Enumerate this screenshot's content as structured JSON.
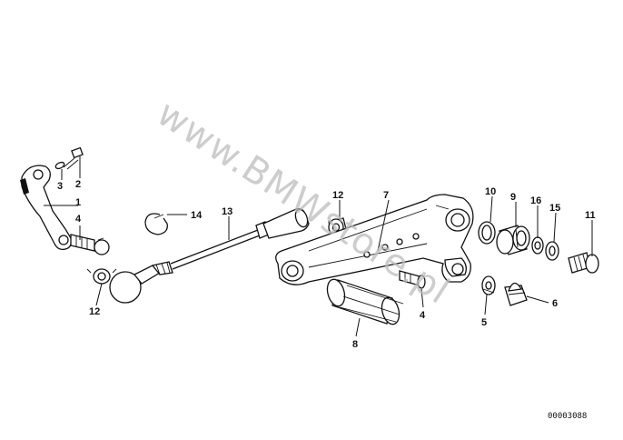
{
  "diagram": {
    "watermark": "www.BMWstore.pl",
    "reference_number": "00003088",
    "callouts": [
      {
        "id": "c1",
        "label": "1"
      },
      {
        "id": "c2",
        "label": "2"
      },
      {
        "id": "c3",
        "label": "3"
      },
      {
        "id": "c4a",
        "label": "4"
      },
      {
        "id": "c12a",
        "label": "12"
      },
      {
        "id": "c14",
        "label": "14"
      },
      {
        "id": "c13",
        "label": "13"
      },
      {
        "id": "c12b",
        "label": "12"
      },
      {
        "id": "c7",
        "label": "7"
      },
      {
        "id": "c10",
        "label": "10"
      },
      {
        "id": "c9",
        "label": "9"
      },
      {
        "id": "c16",
        "label": "16"
      },
      {
        "id": "c15",
        "label": "15"
      },
      {
        "id": "c11",
        "label": "11"
      },
      {
        "id": "c4b",
        "label": "4"
      },
      {
        "id": "c5",
        "label": "5"
      },
      {
        "id": "c6",
        "label": "6"
      },
      {
        "id": "c8",
        "label": "8"
      }
    ]
  }
}
